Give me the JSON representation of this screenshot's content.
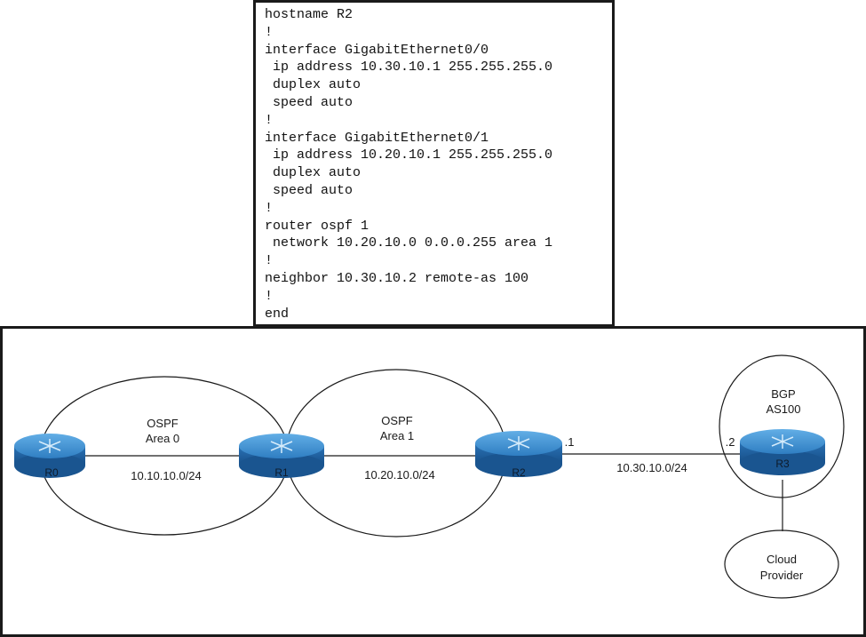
{
  "config": {
    "lines": [
      "hostname R2",
      "!",
      "interface GigabitEthernet0/0",
      " ip address 10.30.10.1 255.255.255.0",
      " duplex auto",
      " speed auto",
      "!",
      "interface GigabitEthernet0/1",
      " ip address 10.20.10.1 255.255.255.0",
      " duplex auto",
      " speed auto",
      "!",
      "router ospf 1",
      " network 10.20.10.0 0.0.0.255 area 1",
      "!",
      "neighbor 10.30.10.2 remote-as 100",
      "!",
      "end"
    ]
  },
  "diagram": {
    "routers": [
      {
        "id": "R0",
        "label": "R0"
      },
      {
        "id": "R1",
        "label": "R1"
      },
      {
        "id": "R2",
        "label": "R2"
      },
      {
        "id": "R3",
        "label": "R3"
      }
    ],
    "areas": {
      "area0": {
        "line1": "OSPF",
        "line2": "Area 0",
        "subnet": "10.10.10.0/24"
      },
      "area1": {
        "line1": "OSPF",
        "line2": "Area 1",
        "subnet": "10.20.10.0/24"
      },
      "bgp": {
        "line1": "BGP",
        "line2": "AS100"
      }
    },
    "links": {
      "r2_r3": {
        "subnet": "10.30.10.0/24",
        "r2_host": ".1",
        "r3_host": ".2"
      }
    },
    "cloud": {
      "line1": "Cloud",
      "line2": "Provider"
    },
    "colors": {
      "router_top": "#3f8fd0",
      "router_side": "#1f5f9f",
      "stroke": "#1a1a1a"
    }
  }
}
